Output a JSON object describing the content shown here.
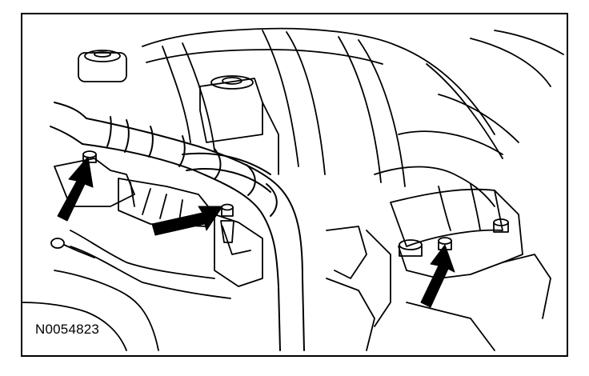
{
  "figure": {
    "code": "N0054823",
    "line_color": "#000000",
    "background": "#ffffff",
    "callouts": [
      {
        "name": "arrow-left",
        "points_to": "harness-retainer-stud-left"
      },
      {
        "name": "arrow-center",
        "points_to": "harness-retainer-stud-center"
      },
      {
        "name": "arrow-right",
        "points_to": "harness-retainer-stud-right"
      }
    ]
  }
}
